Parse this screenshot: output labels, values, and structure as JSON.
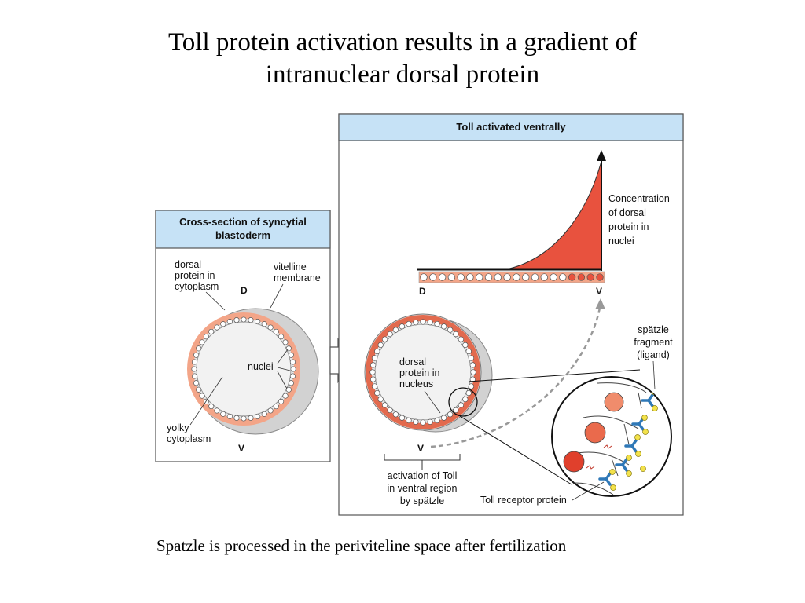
{
  "title": {
    "line1": "Toll protein activation results in a gradient of",
    "line2": "intranuclear dorsal protein"
  },
  "caption": "Spatzle is processed in the periviteline space after fertilization",
  "left_panel": {
    "header_line1": "Cross-section of syncytial",
    "header_line2": "blastoderm",
    "dorsal_label": [
      "dorsal",
      "protein in",
      "cytoplasm"
    ],
    "vitelline_label": [
      "vitelline",
      "membrane"
    ],
    "nuclei_label": "nuclei",
    "yolky_label": [
      "yolky",
      "cytoplasm"
    ],
    "d_label": "D",
    "v_label": "V"
  },
  "right_panel": {
    "header": "Toll activated ventrally",
    "concentration_label": [
      "Concentration",
      "of dorsal",
      "protein in",
      "nuclei"
    ],
    "d_label": "D",
    "v_label": "V",
    "dorsal_nucleus_label": [
      "dorsal",
      "protein in",
      "nucleus"
    ],
    "spatzle_label": [
      "spätzle",
      "fragment",
      "(ligand)"
    ],
    "activation_label": [
      "activation of Toll",
      "in ventral region",
      "by spätzle"
    ],
    "v_bottom_label": "V",
    "toll_receptor_label": "Toll receptor protein"
  },
  "colors": {
    "header_fill": "#c6e2f6",
    "gradient_fill": "#e8523e",
    "nucleus_fill": "#f08c6c",
    "cytoplasm_band": "#f3a588",
    "ligand_fill": "#f3e24a",
    "receptor_blue": "#2f78b7"
  }
}
